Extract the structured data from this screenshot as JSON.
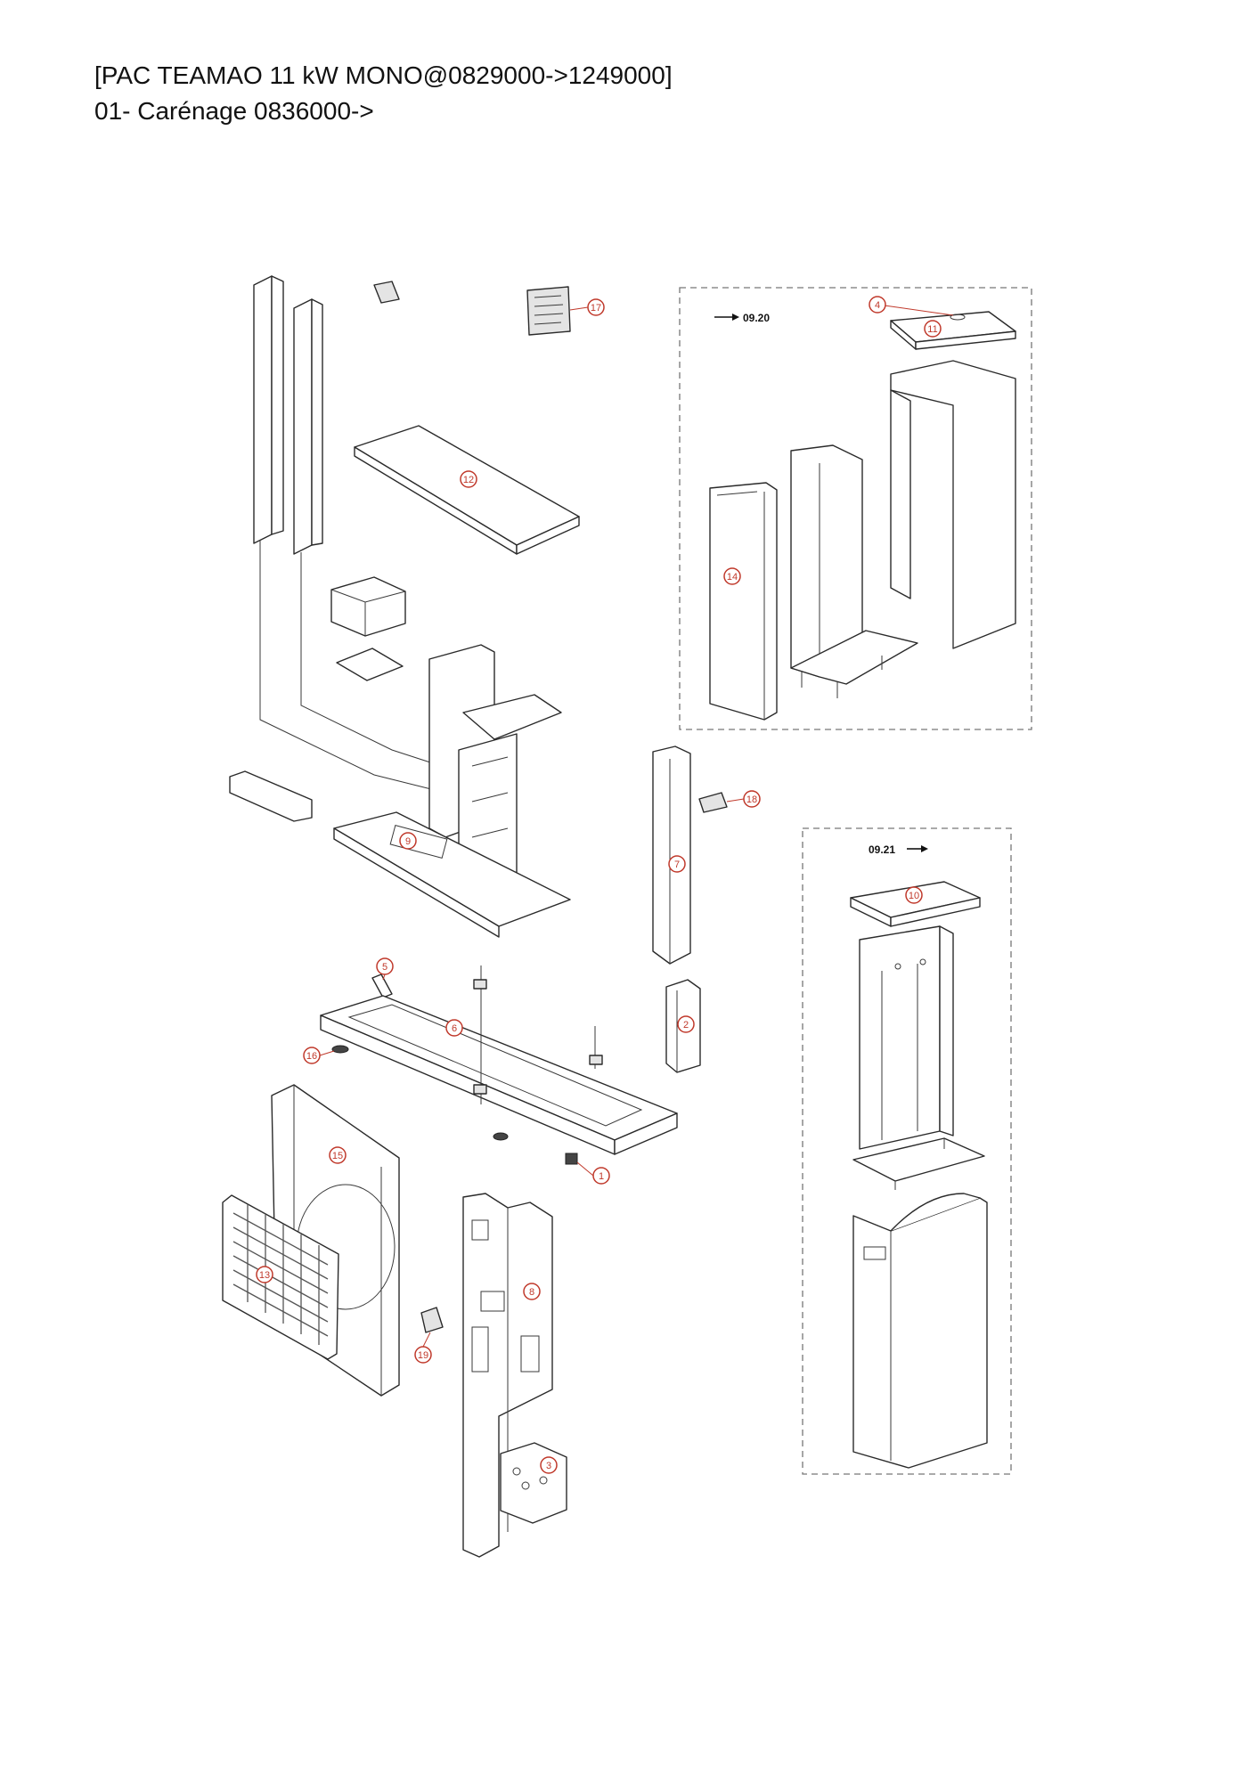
{
  "header": {
    "title": "[PAC TEAMAO 11 kW MONO@0829000->1249000]",
    "subtitle": "01- Carénage 0836000->"
  },
  "references": {
    "ref_0920": "09.20",
    "ref_0921": "09.21"
  },
  "callouts": {
    "c1": "1",
    "c2": "2",
    "c3": "3",
    "c4": "4",
    "c5": "5",
    "c6": "6",
    "c7": "7",
    "c8": "8",
    "c9": "9",
    "c10": "10",
    "c11": "11",
    "c12": "12",
    "c13": "13",
    "c14": "14",
    "c15": "15",
    "c16": "16",
    "c17": "17",
    "c18": "18",
    "c19": "19"
  },
  "colors": {
    "callout": "#c0392b",
    "line": "#2a2a2a",
    "frame": "#777777"
  }
}
